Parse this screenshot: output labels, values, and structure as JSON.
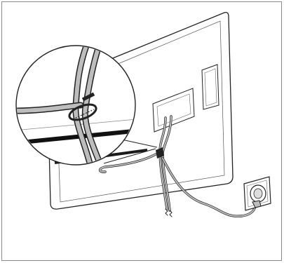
{
  "illustration": {
    "subject": "tv-back-cable-management",
    "parts": [
      "tv-rear-panel",
      "terminal-recess",
      "vent-panel",
      "detail-magnifier-circle",
      "cable-holder-clip",
      "power-plug",
      "wall-socket"
    ],
    "colors": {
      "line": "#222222",
      "cable_fill": "#bdbdbd",
      "panel_fill": "#ffffff",
      "frame_border": "#8a8a8a",
      "stand_bar": "#1a1a1a"
    }
  }
}
